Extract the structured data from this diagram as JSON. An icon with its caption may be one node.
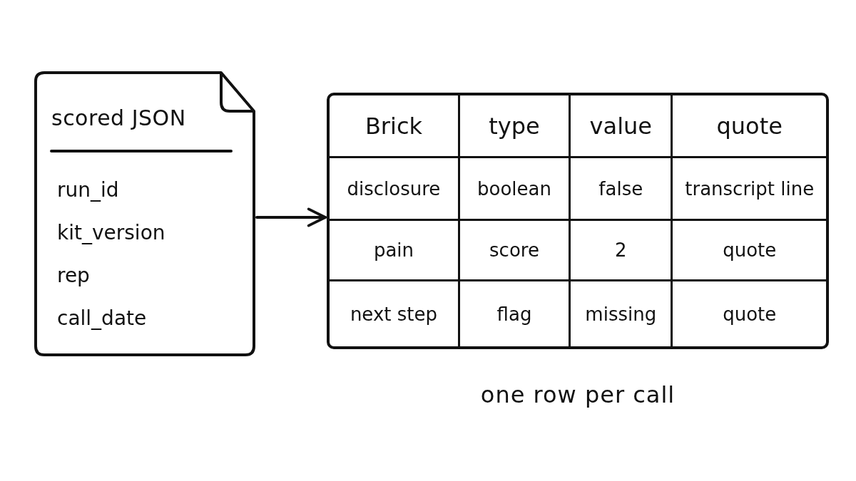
{
  "diagram": {
    "nodes": [
      {
        "text": [
          "scored JSON",
          "run_id",
          "kit_version",
          "rep",
          "call_date"
        ]
      },
      {
        "text": [],
        "shape": "box",
        "beside": [
          "one row per call"
        ]
      }
    ],
    "edges": [
      {
        "from": 0,
        "to": 1,
        "arrow": "to"
      }
    ],
    "labels": [
      "Brick",
      "type",
      "value",
      "quote",
      "disclosure",
      "boolean",
      "false",
      "transcript line",
      "pain",
      "score",
      "2",
      "quote",
      "next step",
      "flag",
      "missing",
      "quote"
    ]
  }
}
